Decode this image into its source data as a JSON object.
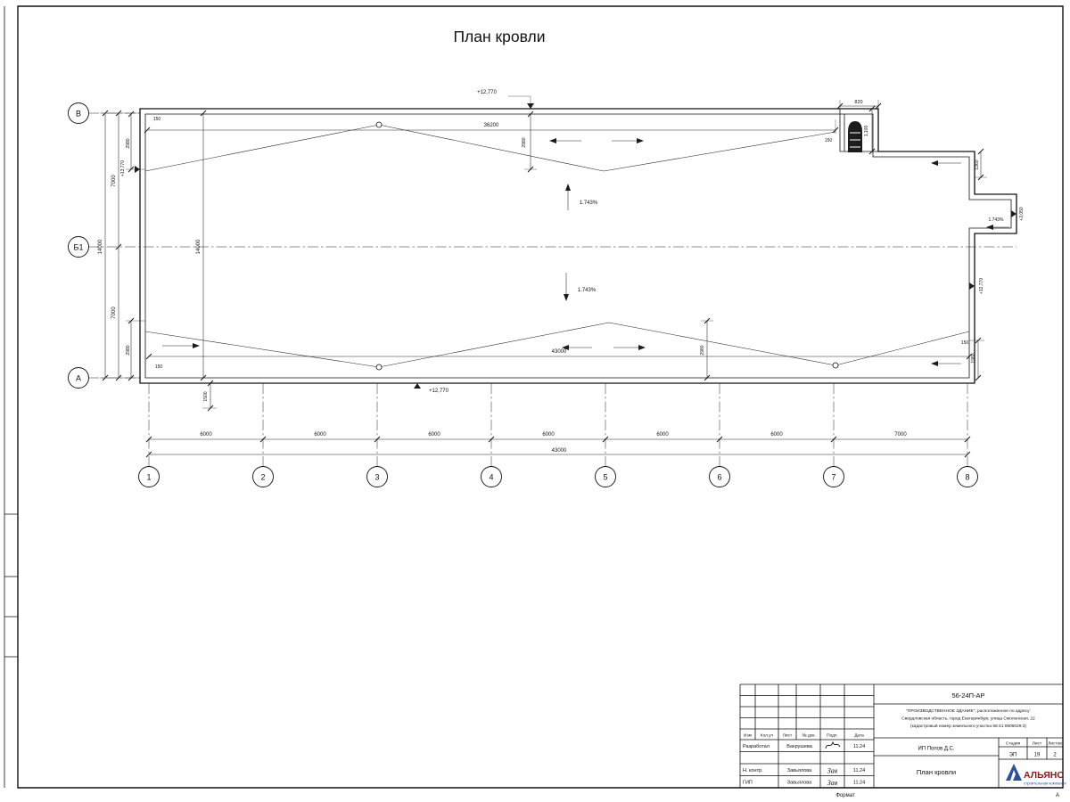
{
  "sheet": {
    "title": "План кровли",
    "format_label": "Формат",
    "format_value": "А"
  },
  "plan": {
    "row_axes": [
      "В",
      "Б1",
      "А"
    ],
    "col_axes": [
      "1",
      "2",
      "3",
      "4",
      "5",
      "6",
      "7",
      "8"
    ],
    "bottom_spans": [
      "6000",
      "6000",
      "6000",
      "6000",
      "6000",
      "6000",
      "7000"
    ],
    "bottom_total": "43000",
    "labels": {
      "dim36200": "36200",
      "elev_top": "+12,770",
      "elev_bottom": "+12,770",
      "elev_right": "+12,770",
      "elev_high": "+13,770",
      "elev_exit": "+3,050",
      "d2980_top_mid": "2980",
      "d2980_top_left": "2980",
      "d2980_bot_mid": "2980",
      "d2980_bot_left": "2980",
      "d7000_upper": "7000",
      "d7000_lower": "7000",
      "d14000_outer": "14000",
      "d14000_inner": "14000",
      "d150_top_left": "150",
      "d150_bot_left": "150",
      "d150_top_right": "150",
      "d150_bot_right": "150",
      "d1500": "1500",
      "d820": "820",
      "d1100": "1,100",
      "d1360": "1360",
      "d1980": "1980",
      "d43000_roof": "43000",
      "slope_up": "1.743%",
      "slope_down": "1.743%",
      "slope_right": "1.743%"
    }
  },
  "title_block": {
    "doc_number": "56-24П-АР",
    "desc_lines": [
      "\"ПРОИЗВОДСТВЕННОЕ ЗДАНИЕ\", расположенное по адресу:",
      "Свердловская область, город Екатеринбург, улица Смоленская, 22",
      "(кадастровый номер земельного участка 66:41:0506029:3)"
    ],
    "header_cols": [
      "Изм",
      "Кол.уч",
      "Лист",
      "№ док",
      "Подп.",
      "Дата"
    ],
    "rows": [
      {
        "role": "Разработал",
        "name": "Вахрушева",
        "sig": "",
        "date": "11.24"
      },
      {
        "role": "",
        "name": "",
        "sig": "",
        "date": ""
      },
      {
        "role": "Н. контр.",
        "name": "Завьялова",
        "sig": "Зав",
        "date": "11.24"
      },
      {
        "role": "ГИП",
        "name": "Завьялова",
        "sig": "Зав",
        "date": "11.24"
      }
    ],
    "client": "ИП Попов Д.С.",
    "stage_label": "Стадия",
    "stage_value": "ЭП",
    "sheet_label": "Лист",
    "sheet_value": "19",
    "sheets_label": "Листов",
    "sheets_value": "2",
    "drawing_name": "План кровли",
    "logo_text": "АЛЬЯНС",
    "logo_subtext": "строительная компания"
  }
}
